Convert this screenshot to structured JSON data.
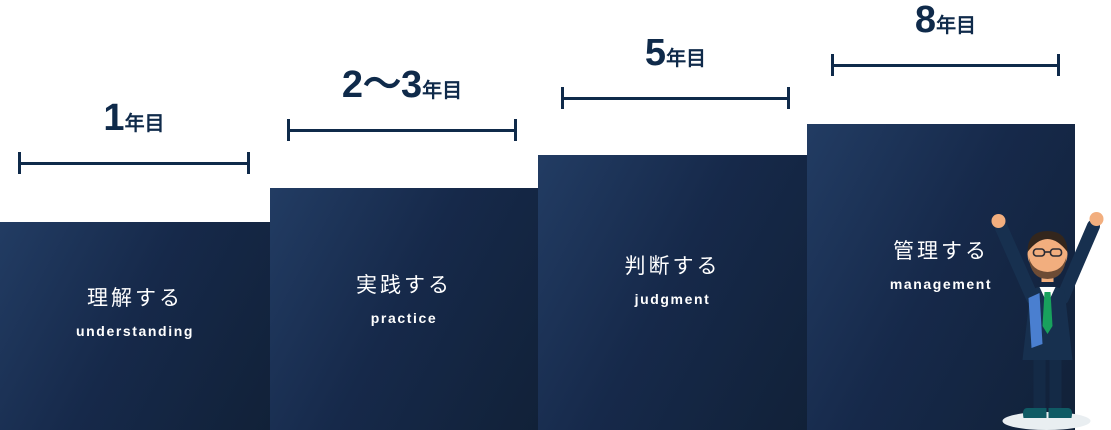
{
  "steps": [
    {
      "year_number": "1",
      "year_suffix": "年目",
      "label_ja": "理解する",
      "label_en": "understanding"
    },
    {
      "year_number": "2〜3",
      "year_suffix": "年目",
      "label_ja": "実践する",
      "label_en": "practice"
    },
    {
      "year_number": "5",
      "year_suffix": "年目",
      "label_ja": "判断する",
      "label_en": "judgment"
    },
    {
      "year_number": "8",
      "year_suffix": "年目",
      "label_ja": "管理する",
      "label_en": "management"
    }
  ],
  "colors": {
    "navy_text_and_brackets": "#0f2a4a",
    "block_gradient_start": "#223c63",
    "block_gradient_end": "#112138",
    "text_on_block": "#ffffff",
    "tie_green": "#18a15d",
    "accent_blue": "#4a7fd0",
    "shoe_teal": "#0f5a64",
    "skin_tone": "#f2ae7e"
  },
  "illustration": {
    "name": "celebrating-businessman"
  }
}
